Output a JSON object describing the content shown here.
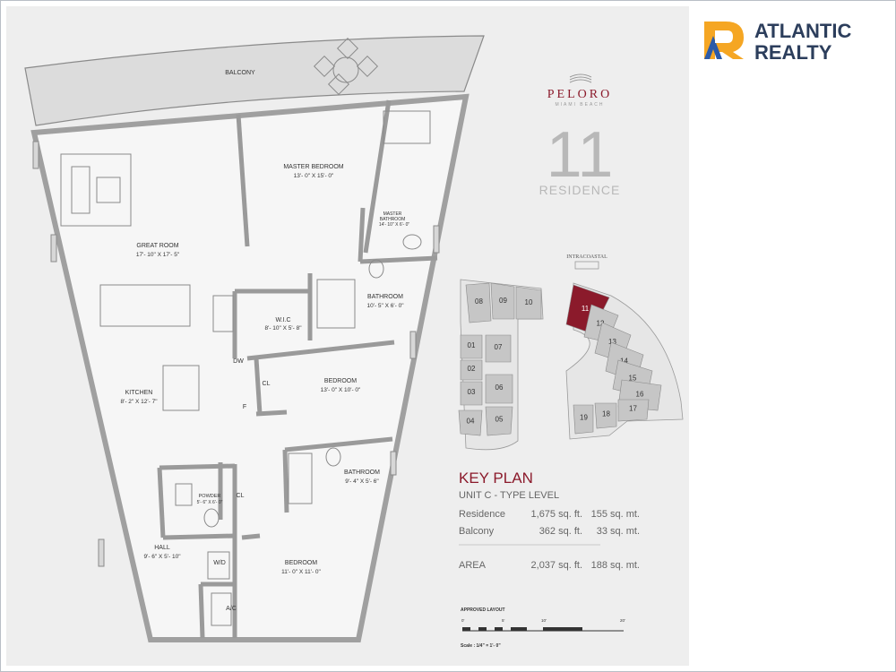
{
  "brand": {
    "line1": "ATLANTIC",
    "line2": "REALTY",
    "orange": "#f5a623",
    "blue": "#2b5aa8",
    "text_color": "#2c3e5c"
  },
  "project": {
    "name": "PELORO",
    "city": "MIAMI BEACH",
    "residence_number": "11",
    "residence_label": "RESIDENCE"
  },
  "rooms": {
    "balcony": "BALCONY",
    "master_bedroom": {
      "name": "MASTER BEDROOM",
      "dims": "13'- 0\" X 15'- 0\""
    },
    "master_bathroom": {
      "name1": "MASTER",
      "name2": "BATHROOM",
      "dims": "14'- 10\" X 6'- 0\""
    },
    "great_room": {
      "name": "GREAT ROOM",
      "dims": "17'- 10\" X 17'- 5\""
    },
    "bathroom_1": {
      "name": "BATHROOM",
      "dims": "10'- 5\" X 6'- 0\""
    },
    "wic": {
      "name": "W.I.C",
      "dims": "8'- 10\" X 5'- 8\""
    },
    "bedroom_1": {
      "name": "BEDROOM",
      "dims": "13'- 0\" X 10'- 0\""
    },
    "kitchen": {
      "name": "KITCHEN",
      "dims": "8'- 2\" X 12'- 7\""
    },
    "dw": "DW",
    "cl_1": "CL",
    "f": "F",
    "powder": {
      "name": "POWDER",
      "dims": "5'- 6\" X 6'- 0\""
    },
    "cl_2": "CL",
    "bathroom_2": {
      "name": "BATHROOM",
      "dims": "9'- 4\" X 5'- 6\""
    },
    "hall": {
      "name": "HALL",
      "dims": "9'- 6\" X 5'- 10\""
    },
    "wd": "W/D",
    "bedroom_2": {
      "name": "BEDROOM",
      "dims": "11'- 0\" X 11'- 0\""
    },
    "ac": "A/C"
  },
  "key_plan": {
    "intracoastal": "INTRACOASTAL",
    "units": [
      "08",
      "09",
      "10",
      "01",
      "07",
      "02",
      "03",
      "06",
      "04",
      "05",
      "11",
      "12",
      "13",
      "14",
      "15",
      "16",
      "17",
      "18",
      "19"
    ],
    "highlight_unit": "11",
    "highlight_color": "#8b1a2b"
  },
  "info": {
    "title": "KEY PLAN",
    "subtitle": "UNIT C -  TYPE LEVEL",
    "rows": [
      {
        "label": "Residence",
        "sqft": "1,675 sq. ft.",
        "sqmt": "155 sq. mt."
      },
      {
        "label": "Balcony",
        "sqft": "362 sq. ft.",
        "sqmt": "33 sq. mt."
      }
    ],
    "total": {
      "label": "AREA",
      "sqft": "2,037 sq. ft.",
      "sqmt": "188 sq. mt."
    }
  },
  "scale": {
    "approved": "APPROVED LAYOUT",
    "ticks": [
      "0'",
      "5'",
      "10'",
      "20'"
    ],
    "note": "Scale : 1/4\" = 1'- 0\""
  }
}
